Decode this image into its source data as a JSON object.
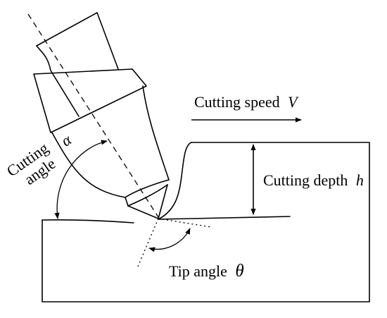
{
  "labels": {
    "cutting_speed": "Cutting speed",
    "cutting_speed_symbol": "V",
    "cutting_depth": "Cutting depth",
    "cutting_depth_symbol": "h",
    "tip_angle": "Tip angle",
    "tip_angle_symbol": "θ",
    "cutting_angle_line1": "Cutting",
    "cutting_angle_line2": "angle",
    "cutting_angle_symbol": "α"
  },
  "colors": {
    "stroke": "#000000",
    "background": "#ffffff"
  }
}
